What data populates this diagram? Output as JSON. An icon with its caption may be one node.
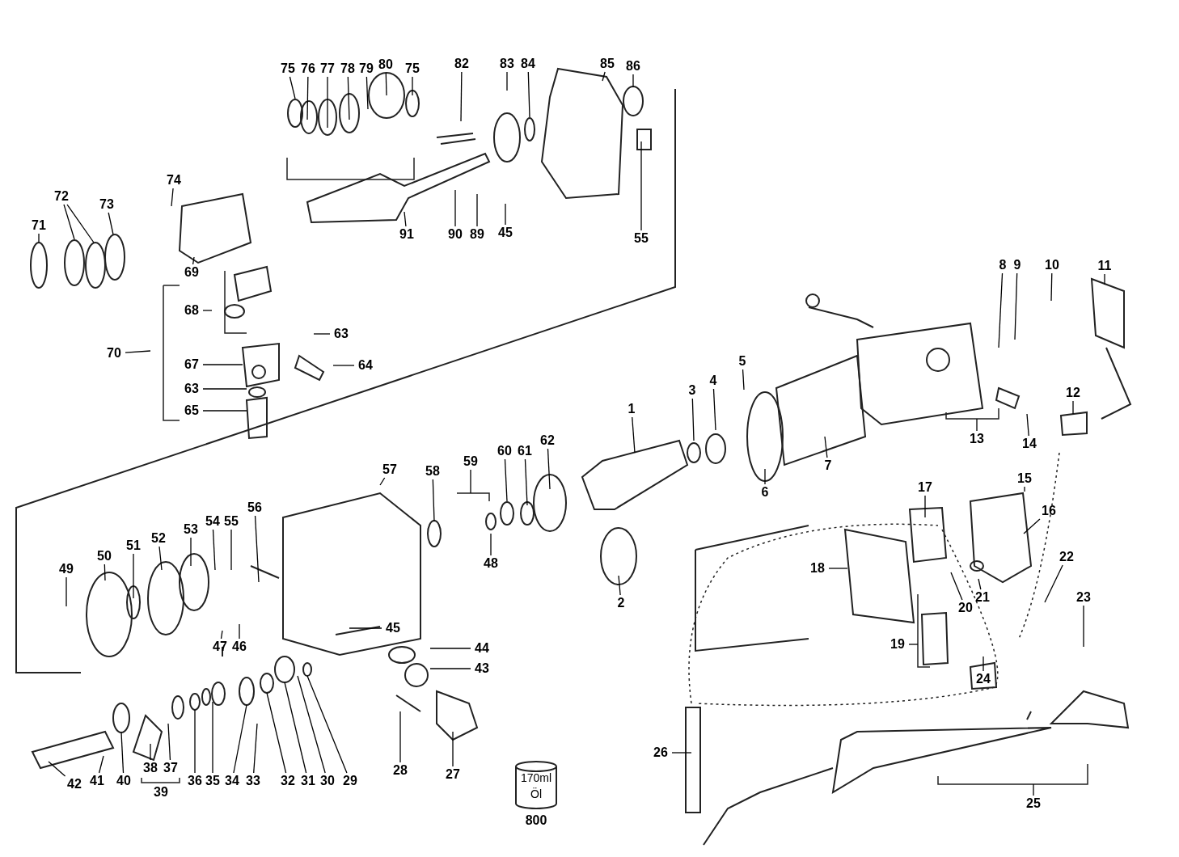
{
  "diagram": {
    "nodes": [
      {
        "text": [
          "75"
        ]
      },
      {
        "text": [
          "76"
        ]
      },
      {
        "text": [
          "77"
        ]
      },
      {
        "text": [
          "78"
        ]
      },
      {
        "text": [
          "79"
        ]
      },
      {
        "text": [
          "80"
        ]
      },
      {
        "text": [
          "75"
        ]
      },
      {
        "text": [
          "82"
        ]
      },
      {
        "text": [
          "83"
        ]
      },
      {
        "text": [
          "84"
        ]
      },
      {
        "text": [
          "85"
        ]
      },
      {
        "text": [
          "86"
        ]
      },
      {
        "text": [
          "71"
        ]
      },
      {
        "text": [
          "72"
        ]
      },
      {
        "text": [
          "73"
        ]
      },
      {
        "text": [
          "74"
        ]
      },
      {
        "text": [
          "91"
        ]
      },
      {
        "text": [
          "90"
        ]
      },
      {
        "text": [
          "89"
        ]
      },
      {
        "text": [
          "45"
        ]
      },
      {
        "text": [
          "55"
        ]
      },
      {
        "text": [
          "8"
        ]
      },
      {
        "text": [
          "9"
        ]
      },
      {
        "text": [
          "10"
        ]
      },
      {
        "text": [
          "11"
        ]
      },
      {
        "text": [
          "69"
        ]
      },
      {
        "text": [
          "68"
        ]
      },
      {
        "text": [
          "63"
        ]
      },
      {
        "text": [
          "70"
        ]
      },
      {
        "text": [
          "5"
        ]
      },
      {
        "text": [
          "67"
        ]
      },
      {
        "text": [
          "64"
        ]
      },
      {
        "text": [
          "4"
        ]
      },
      {
        "text": [
          "63"
        ]
      },
      {
        "text": [
          "3"
        ]
      },
      {
        "text": [
          "12"
        ]
      },
      {
        "text": [
          "1"
        ]
      },
      {
        "text": [
          "65"
        ]
      },
      {
        "text": [
          "13"
        ]
      },
      {
        "text": [
          "14"
        ]
      },
      {
        "text": [
          "62"
        ]
      },
      {
        "text": [
          "60"
        ]
      },
      {
        "text": [
          "61"
        ]
      },
      {
        "text": [
          "59"
        ]
      },
      {
        "text": [
          "7"
        ]
      },
      {
        "text": [
          "57"
        ]
      },
      {
        "text": [
          "58"
        ]
      },
      {
        "text": [
          "15"
        ]
      },
      {
        "text": [
          "17"
        ]
      },
      {
        "text": [
          "6"
        ]
      },
      {
        "text": [
          "56"
        ]
      },
      {
        "text": [
          "16"
        ]
      },
      {
        "text": [
          "54"
        ]
      },
      {
        "text": [
          "55"
        ]
      },
      {
        "text": [
          "53"
        ]
      },
      {
        "text": [
          "52"
        ]
      },
      {
        "text": [
          "51"
        ]
      },
      {
        "text": [
          "50"
        ]
      },
      {
        "text": [
          "22"
        ]
      },
      {
        "text": [
          "48"
        ]
      },
      {
        "text": [
          "18"
        ]
      },
      {
        "text": [
          "49"
        ]
      },
      {
        "text": [
          "21"
        ]
      },
      {
        "text": [
          "23"
        ]
      },
      {
        "text": [
          "2"
        ]
      },
      {
        "text": [
          "20"
        ]
      },
      {
        "text": [
          "45"
        ]
      },
      {
        "text": [
          "19"
        ]
      },
      {
        "text": [
          "47"
        ]
      },
      {
        "text": [
          "46"
        ]
      },
      {
        "text": [
          "44"
        ]
      },
      {
        "text": [
          "43"
        ]
      },
      {
        "text": [
          "24"
        ]
      },
      {
        "text": [
          "26"
        ]
      },
      {
        "text": [
          "38"
        ]
      },
      {
        "text": [
          "37"
        ]
      },
      {
        "text": [
          "28"
        ]
      },
      {
        "text": [
          "27"
        ]
      },
      {
        "text": [
          "36"
        ]
      },
      {
        "text": [
          "35"
        ]
      },
      {
        "text": [
          "34"
        ]
      },
      {
        "text": [
          "33"
        ]
      },
      {
        "text": [
          "32"
        ]
      },
      {
        "text": [
          "31"
        ]
      },
      {
        "text": [
          "30"
        ]
      },
      {
        "text": [
          "29"
        ]
      },
      {
        "text": [
          "42"
        ]
      },
      {
        "text": [
          "41"
        ]
      },
      {
        "text": [
          "40"
        ]
      },
      {
        "text": [
          "39"
        ]
      },
      {
        "text": [
          "25"
        ]
      },
      {
        "text": [
          "170ml",
          "Öl"
        ],
        "beside": [
          "800"
        ]
      }
    ],
    "edges": [
      {
        "from": 0,
        "to": null,
        "arrow": "none"
      },
      {
        "from": 1,
        "to": null,
        "arrow": "none"
      },
      {
        "from": 2,
        "to": null,
        "arrow": "none"
      },
      {
        "from": 3,
        "to": null,
        "arrow": "none"
      },
      {
        "from": 4,
        "to": null,
        "arrow": "none"
      },
      {
        "from": 5,
        "to": null,
        "arrow": "none"
      },
      {
        "from": 6,
        "to": null,
        "arrow": "none"
      },
      {
        "from": 7,
        "to": null,
        "arrow": "none"
      },
      {
        "from": 8,
        "to": null,
        "arrow": "none"
      },
      {
        "from": 9,
        "to": null,
        "arrow": "none"
      },
      {
        "from": 10,
        "to": null,
        "arrow": "none"
      },
      {
        "from": 11,
        "to": null,
        "arrow": "none"
      },
      {
        "from": 12,
        "to": null,
        "arrow": "none"
      },
      {
        "from": 13,
        "to": null,
        "arrow": "none"
      },
      {
        "from": 13,
        "to": null,
        "arrow": "none"
      },
      {
        "from": 14,
        "to": null,
        "arrow": "none"
      },
      {
        "from": 15,
        "to": null,
        "arrow": "none"
      },
      {
        "from": 16,
        "to": null,
        "arrow": "none"
      },
      {
        "from": 17,
        "to": null,
        "arrow": "none"
      },
      {
        "from": 18,
        "to": null,
        "arrow": "none"
      },
      {
        "from": 19,
        "to": null,
        "arrow": "none"
      },
      {
        "from": 20,
        "to": null,
        "arrow": "none"
      },
      {
        "from": 21,
        "to": null,
        "arrow": "none"
      },
      {
        "from": 22,
        "to": null,
        "arrow": "none"
      },
      {
        "from": 23,
        "to": null,
        "arrow": "none"
      },
      {
        "from": 24,
        "to": null,
        "arrow": "none"
      },
      {
        "from": 25,
        "to": null,
        "arrow": "none"
      },
      {
        "from": 26,
        "to": null,
        "arrow": "none"
      },
      {
        "from": 27,
        "to": null,
        "arrow": "none"
      },
      {
        "from": 28,
        "to": null,
        "arrow": "none"
      },
      {
        "from": 29,
        "to": null,
        "arrow": "none"
      },
      {
        "from": 30,
        "to": null,
        "arrow": "none"
      },
      {
        "from": 31,
        "to": null,
        "arrow": "none"
      },
      {
        "from": 32,
        "to": null,
        "arrow": "none"
      },
      {
        "from": 33,
        "to": null,
        "arrow": "none"
      },
      {
        "from": 34,
        "to": null,
        "arrow": "none"
      },
      {
        "from": 35,
        "to": null,
        "arrow": "none"
      },
      {
        "from": 36,
        "to": null,
        "arrow": "none"
      },
      {
        "from": 37,
        "to": null,
        "arrow": "none"
      },
      {
        "from": 38,
        "to": null,
        "arrow": "none"
      },
      {
        "from": 39,
        "to": null,
        "arrow": "none"
      },
      {
        "from": 40,
        "to": null,
        "arrow": "none"
      },
      {
        "from": 41,
        "to": null,
        "arrow": "none"
      },
      {
        "from": 42,
        "to": null,
        "arrow": "none"
      },
      {
        "from": 43,
        "to": null,
        "arrow": "none"
      },
      {
        "from": 44,
        "to": null,
        "arrow": "none"
      },
      {
        "from": 45,
        "to": null,
        "arrow": "none"
      },
      {
        "from": 46,
        "to": null,
        "arrow": "none"
      },
      {
        "from": 47,
        "to": null,
        "arrow": "none"
      },
      {
        "from": 48,
        "to": null,
        "arrow": "none"
      },
      {
        "from": 49,
        "to": null,
        "arrow": "none"
      },
      {
        "from": 50,
        "to": null,
        "arrow": "none"
      },
      {
        "from": 51,
        "to": null,
        "arrow": "none"
      },
      {
        "from": 52,
        "to": null,
        "arrow": "none"
      },
      {
        "from": 53,
        "to": null,
        "arrow": "none"
      },
      {
        "from": 54,
        "to": null,
        "arrow": "none"
      },
      {
        "from": 55,
        "to": null,
        "arrow": "none"
      },
      {
        "from": 56,
        "to": null,
        "arrow": "none"
      },
      {
        "from": 57,
        "to": null,
        "arrow": "none"
      },
      {
        "from": 58,
        "to": null,
        "arrow": "none"
      },
      {
        "from": 59,
        "to": null,
        "arrow": "none"
      },
      {
        "from": 60,
        "to": null,
        "arrow": "none"
      },
      {
        "from": 61,
        "to": null,
        "arrow": "none"
      },
      {
        "from": 62,
        "to": null,
        "arrow": "none"
      },
      {
        "from": 63,
        "to": null,
        "arrow": "none"
      },
      {
        "from": 64,
        "to": null,
        "arrow": "none"
      },
      {
        "from": 65,
        "to": null,
        "arrow": "none"
      },
      {
        "from": 66,
        "to": null,
        "arrow": "none"
      },
      {
        "from": 67,
        "to": null,
        "arrow": "none"
      },
      {
        "from": 68,
        "to": null,
        "arrow": "none"
      },
      {
        "from": 69,
        "to": null,
        "arrow": "none"
      },
      {
        "from": 70,
        "to": null,
        "arrow": "none"
      },
      {
        "from": 71,
        "to": null,
        "arrow": "none"
      },
      {
        "from": 72,
        "to": null,
        "arrow": "none"
      },
      {
        "from": 73,
        "to": null,
        "arrow": "none"
      },
      {
        "from": 74,
        "to": null,
        "arrow": "none"
      },
      {
        "from": 75,
        "to": null,
        "arrow": "none"
      },
      {
        "from": 76,
        "to": null,
        "arrow": "none"
      },
      {
        "from": 77,
        "to": null,
        "arrow": "none"
      },
      {
        "from": 78,
        "to": null,
        "arrow": "none"
      },
      {
        "from": 79,
        "to": null,
        "arrow": "none"
      },
      {
        "from": 80,
        "to": null,
        "arrow": "none"
      },
      {
        "from": 81,
        "to": null,
        "arrow": "none"
      },
      {
        "from": 82,
        "to": null,
        "arrow": "none"
      },
      {
        "from": 83,
        "to": null,
        "arrow": "none"
      },
      {
        "from": 84,
        "to": null,
        "arrow": "none"
      },
      {
        "from": 85,
        "to": null,
        "arrow": "none"
      },
      {
        "from": 86,
        "to": null,
        "arrow": "none"
      },
      {
        "from": 87,
        "to": null,
        "arrow": "none"
      },
      {
        "from": 88,
        "to": null,
        "arrow": "none"
      },
      {
        "from": 90,
        "to": null,
        "arrow": "none"
      }
    ]
  }
}
